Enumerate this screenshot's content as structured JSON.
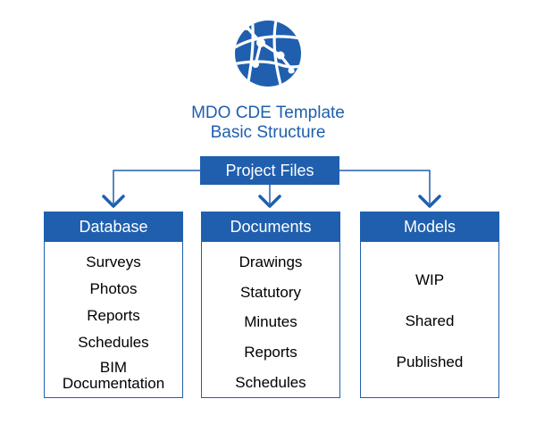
{
  "title": {
    "line1": "MDO CDE Template",
    "line2": "Basic Structure"
  },
  "logo": {
    "icon": "network-globe-icon",
    "color": "#1f5fae"
  },
  "root": {
    "label": "Project Files"
  },
  "columns": [
    {
      "header": "Database",
      "items": [
        "Surveys",
        "Photos",
        "Reports",
        "Schedules",
        "BIM\nDocumentation"
      ]
    },
    {
      "header": "Documents",
      "items": [
        "Drawings",
        "Statutory",
        "Minutes",
        "Reports",
        "Schedules"
      ]
    },
    {
      "header": "Models",
      "items": [
        "WIP",
        "Shared",
        "Published"
      ]
    }
  ],
  "colors": {
    "primary": "#1f5fae",
    "text": "#000000",
    "background": "#ffffff"
  }
}
